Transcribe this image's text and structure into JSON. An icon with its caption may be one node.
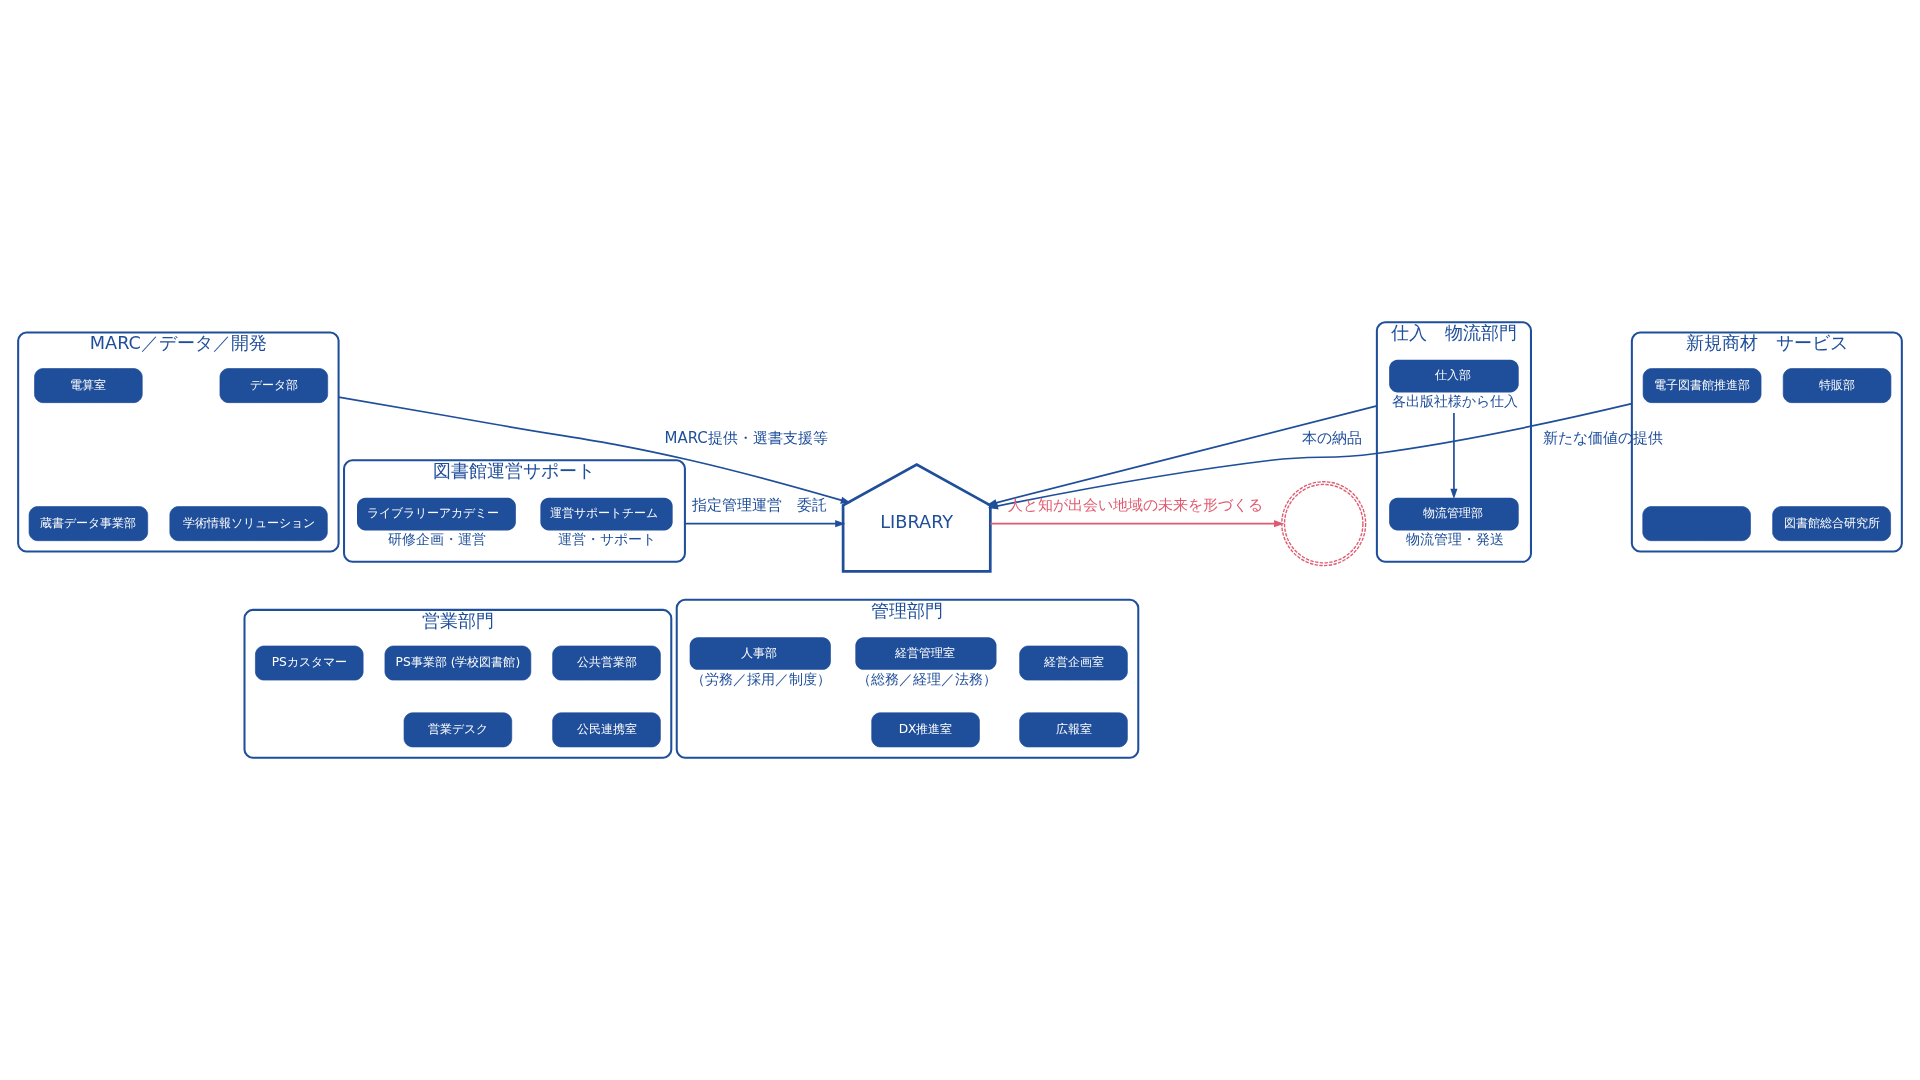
{
  "diagram": {
    "nodes": [
      {
        "text": [
          "MARC／データ／開発"
        ]
      },
      {
        "text": [
          "データ部"
        ],
        "in": 0
      },
      {
        "text": [
          "電算室"
        ],
        "in": 0
      },
      {
        "text": [
          "学術情報ソリューション"
        ],
        "in": 0
      },
      {
        "text": [
          "蔵書データ事業部"
        ],
        "in": 0
      },
      {
        "text": [
          "仕入　物流部門"
        ]
      },
      {
        "text": [
          "仕入部"
        ],
        "in": 5,
        "beside": [
          "各出版社様から仕入"
        ]
      },
      {
        "text": [
          "物流管理部"
        ],
        "in": 5,
        "beside": [
          "物流管理・発送"
        ]
      },
      {
        "text": [
          "新規商材　サービス"
        ]
      },
      {
        "text": [
          "電子図書館推進部"
        ],
        "in": 8
      },
      {
        "text": [
          "特販部"
        ],
        "in": 8
      },
      {
        "text": [],
        "shape": "box",
        "in": 8
      },
      {
        "text": [
          "図書館総合研究所"
        ],
        "in": 8
      },
      {
        "text": [
          "図書館運営サポート"
        ]
      },
      {
        "text": [
          "運営サポートチーム"
        ],
        "in": 13,
        "beside": [
          "運営・サポート"
        ]
      },
      {
        "text": [
          "ライブラリーアカデミー"
        ],
        "in": 13,
        "beside": [
          "研修企画・運営"
        ]
      },
      {
        "text": [
          "LIBRARY"
        ]
      },
      {
        "text": [],
        "shape": "person"
      },
      {
        "text": [
          "営業部門"
        ]
      },
      {
        "text": [
          "公共営業部"
        ],
        "in": 18
      },
      {
        "text": [
          "PS事業部 (学校図書館)"
        ],
        "in": 18
      },
      {
        "text": [
          "公民連携室"
        ],
        "in": 18
      },
      {
        "text": [
          "営業デスク"
        ],
        "in": 18
      },
      {
        "text": [
          "PSカスタマー"
        ],
        "in": 18
      },
      {
        "text": [
          "管理部門"
        ]
      },
      {
        "text": [
          "経営企画室"
        ],
        "in": 24
      },
      {
        "text": [
          "経営管理室"
        ],
        "in": 24,
        "beside": [
          "（総務／経理／法務）"
        ]
      },
      {
        "text": [
          "人事部"
        ],
        "in": 24,
        "beside": [
          "（労務／採用／制度）"
        ]
      },
      {
        "text": [
          "広報室"
        ],
        "in": 24
      },
      {
        "text": [
          "DX推進室"
        ],
        "in": 24
      }
    ],
    "edges": [
      {
        "from": 6,
        "to": 7,
        "arrow": "to"
      },
      {
        "from": 0,
        "to": 16,
        "arrow": "to",
        "label": "MARC提供・選書支援等"
      },
      {
        "from": 5,
        "to": 16,
        "arrow": "to",
        "label": "本の納品"
      },
      {
        "from": 8,
        "to": 16,
        "arrow": "to",
        "label": "新たな価値の提供"
      },
      {
        "from": 13,
        "to": 16,
        "arrow": "to",
        "label": "指定管理運営　委託"
      },
      {
        "from": 16,
        "to": 17,
        "arrow": "to",
        "label": "人と知が出会い地域の未来を形づくる",
        "color": "#e05a70"
      }
    ]
  }
}
